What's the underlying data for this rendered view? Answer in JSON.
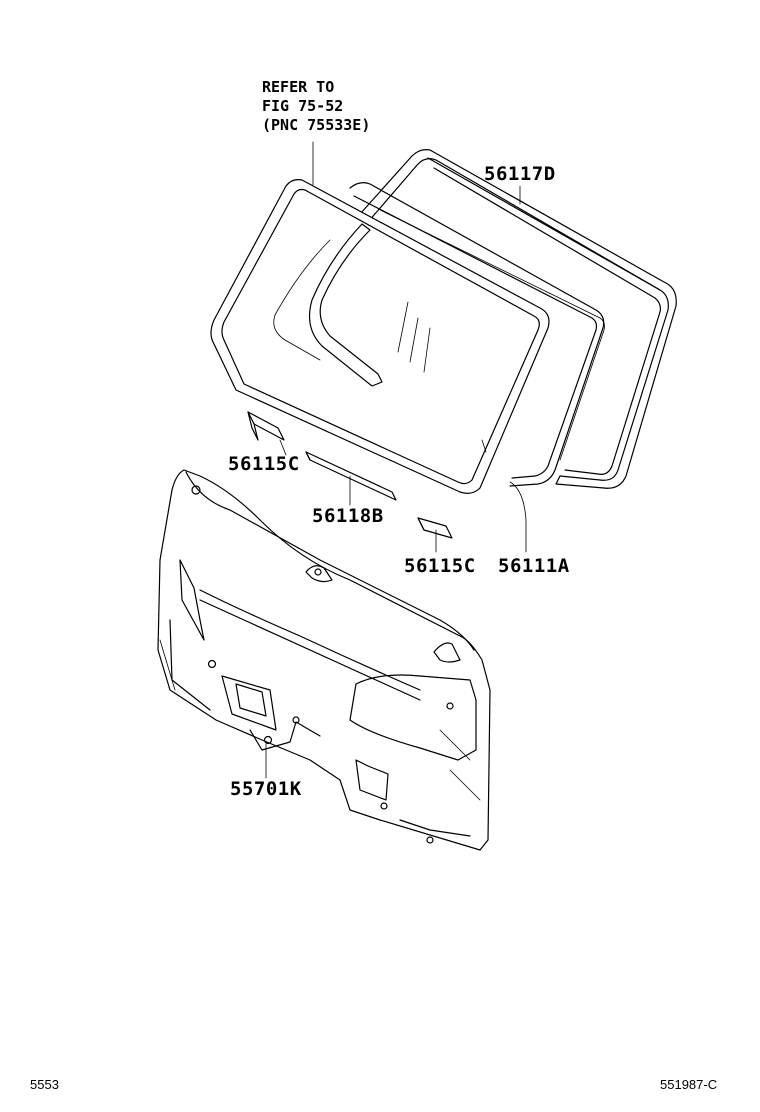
{
  "note": {
    "line1": "REFER TO",
    "line2": "FIG 75-52",
    "line3": "(PNC 75533E)"
  },
  "parts": {
    "glass_outer": "56117D",
    "clip_left": "56115C",
    "strip": "56118B",
    "clip_right": "56115C",
    "glass": "56111A",
    "panel": "55701K"
  },
  "footer": {
    "left_code": "5553",
    "right_code": "551987-C"
  }
}
